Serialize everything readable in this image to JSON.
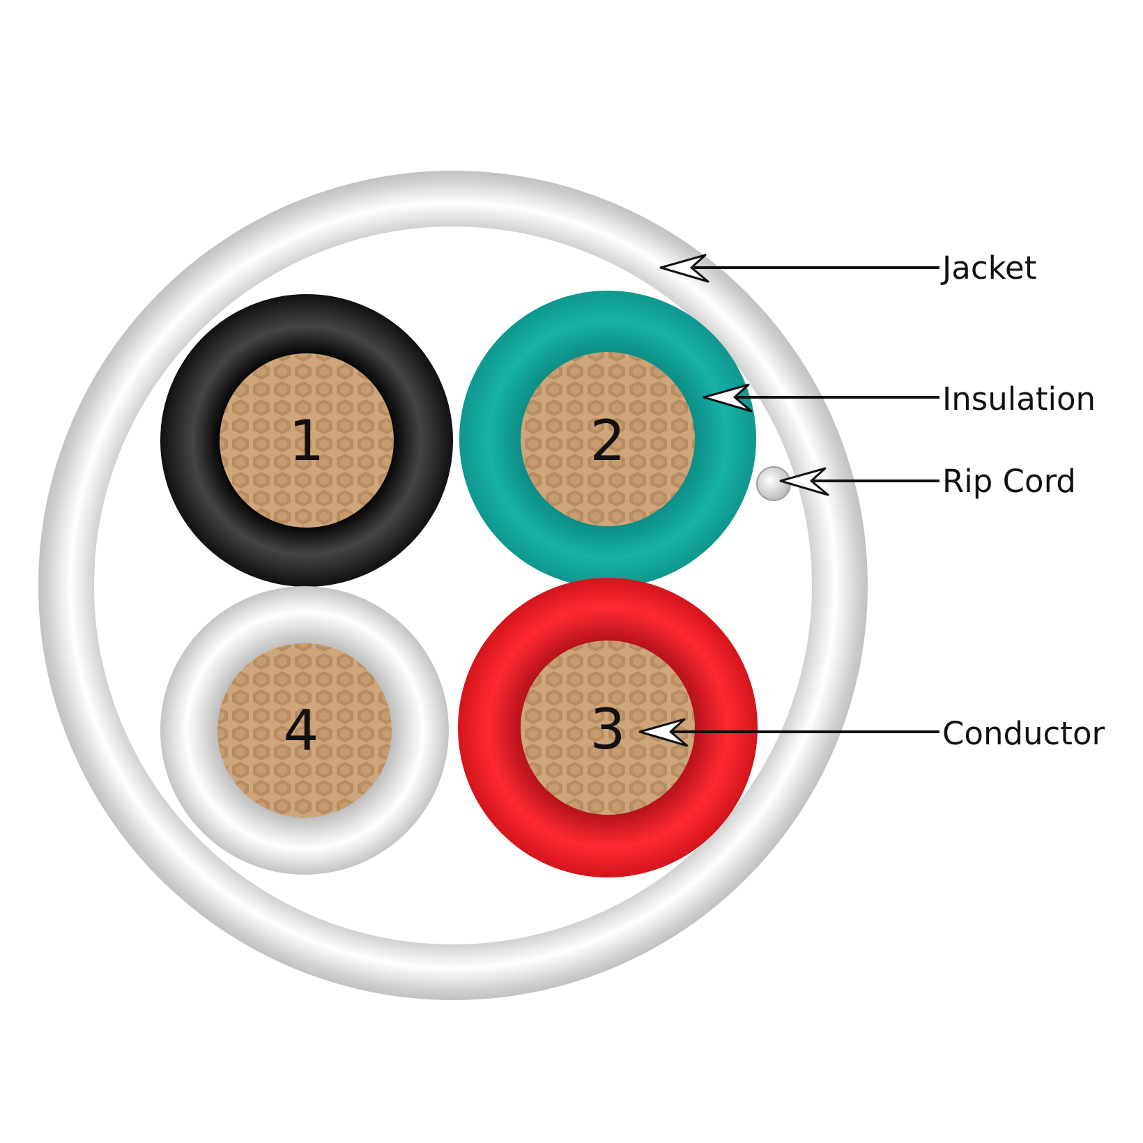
{
  "labels": {
    "jacket": "Jacket",
    "insulation": "Insulation",
    "rip_cord": "Rip Cord",
    "conductor": "Conductor"
  },
  "conductors": [
    {
      "number": "1",
      "insulation_color": "#1a1a1a"
    },
    {
      "number": "2",
      "insulation_color": "#13a89e"
    },
    {
      "number": "3",
      "insulation_color": "#ed1c24"
    },
    {
      "number": "4",
      "insulation_color": "#f2f2f2"
    }
  ],
  "colors": {
    "jacket": "#e6e6e6",
    "conductor_copper": "#c8a27a",
    "leader_line": "#111111"
  }
}
